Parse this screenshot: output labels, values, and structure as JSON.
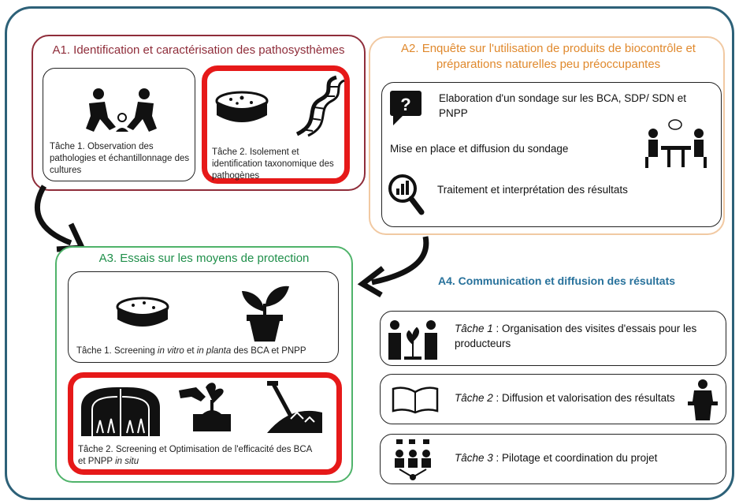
{
  "a1": {
    "title": "A1. Identification et caractérisation des pathosysthèmes",
    "task1": "Tâche 1. Observation des pathologies et échantillonnage des cultures",
    "task2": "Tâche 2. Isolement et identification taxonomique des pathogènes"
  },
  "a2": {
    "title": "A2. Enquête sur l'utilisation de produits de biocontrôle et préparations naturelles peu préoccupantes",
    "item1": "Elaboration d'un sondage sur les BCA, SDP/ SDN et PNPP",
    "item2": "Mise en place et diffusion du sondage",
    "item3": "Traitement et interprétation des résultats"
  },
  "a3": {
    "title": "A3. Essais sur les moyens de protection",
    "task1_prefix": "Tâche 1. Screening ",
    "task1_invitro": "in vitro",
    "task1_mid": " et ",
    "task1_inplanta": "in planta",
    "task1_suffix": " des BCA et PNPP",
    "task2_line1": "Tâche 2. Screening et Optimisation de l'efficacité des BCA",
    "task2_line2_prefix": "et PNPP ",
    "task2_insitu": "in situ"
  },
  "a4": {
    "title": "A4. Communication  et diffusion des résultats",
    "task1_label": "Tâche 1",
    "task1_text": " : Organisation des visites d'essais pour les producteurs",
    "task2_label": "Tâche 2",
    "task2_text": " : Diffusion et valorisation des résultats",
    "task3_label": "Tâche 3",
    "task3_text": " : Pilotage et coordination du projet"
  },
  "colors": {
    "frame": "#2d6178",
    "a1": "#8f2d3a",
    "a2": "#e0892d",
    "a3": "#1f8f4a",
    "a4": "#27719b",
    "highlight": "#e61919"
  },
  "icons": [
    "people-sampling-icon",
    "petri-dish-icon",
    "dna-icon",
    "question-bubble-icon",
    "meeting-icon",
    "analysis-magnifier-icon",
    "plant-pot-icon",
    "greenhouse-icon",
    "planting-hands-icon",
    "compost-shovel-icon",
    "field-visit-icon",
    "open-book-icon",
    "speaker-podium-icon",
    "team-network-icon"
  ]
}
